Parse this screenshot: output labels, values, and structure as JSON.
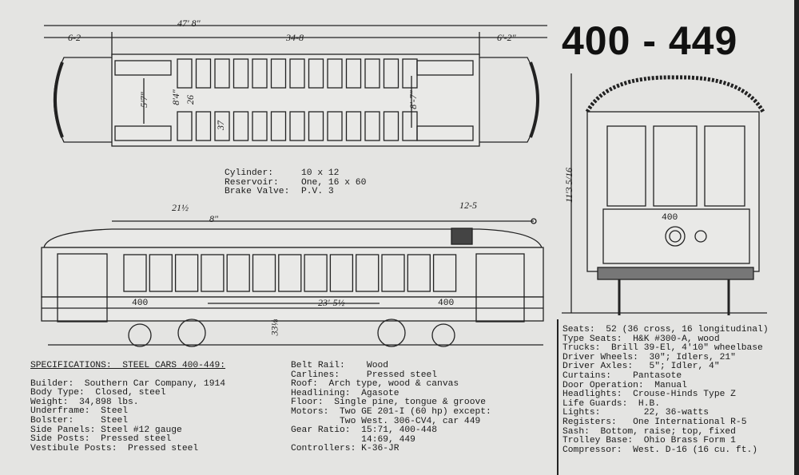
{
  "title": "400 - 449",
  "dimensions": {
    "overall_length": "47' 8\"",
    "platform_left": "6-2",
    "body_length": "34-8",
    "platform_right": "6'-2\"",
    "plan_width_a": "5'7\"",
    "plan_width_b": "8'4\"",
    "aisle": "26",
    "seat": "37",
    "plan_width_c": "8'-7\"",
    "trolley_base_offset": "21½",
    "trolley_base_width": "8\"",
    "trolley_pole": "12-5",
    "truck_centers": "23'-5½",
    "floor_height": "33⅛",
    "end_height": "11'3 5/16",
    "car_number": "400"
  },
  "brake": [
    {
      "label": "Cylinder:",
      "value": "10 x 12"
    },
    {
      "label": "Reservoir:",
      "value": "One, 16 x 60"
    },
    {
      "label": "Brake Valve:",
      "value": "P.V. 3"
    }
  ],
  "specs_heading": "SPECIFICATIONS:  STEEL CARS 400-449:",
  "specs_col1": [
    "Builder:  Southern Car Company, 1914",
    "Body Type:  Closed, steel",
    "Weight:  34,898 lbs.",
    "Underframe:  Steel",
    "Bolster:     Steel",
    "Side Panels: Steel #12 gauge",
    "Side Posts:  Pressed steel",
    "Vestibule Posts:  Pressed steel"
  ],
  "specs_col2": [
    "Belt Rail:    Wood",
    "Carlines:     Pressed steel",
    "Roof:  Arch type, wood & canvas",
    "Headlining:  Agasote",
    "Floor:  Single pine, tongue & groove",
    "Motors:  Two GE 201-I (60 hp) except:",
    "         Two West. 306-CV4, car 449",
    "Gear Ratio:  15:71, 400-448",
    "             14:69, 449",
    "Controllers: K-36-JR"
  ],
  "specs_col3": [
    "Seats:  52 (36 cross, 16 longitudinal)",
    "Type Seats:  H&K #300-A, wood",
    "Trucks:  Brill 39-El, 4'10\" wheelbase",
    "Driver Wheels:  30\"; Idlers, 21\"",
    "Driver Axles:   5\"; Idler, 4\"",
    "Curtains:    Pantasote",
    "Door Operation:  Manual",
    "Headlights:  Crouse-Hinds Type Z",
    "Life Guards:  H.B.",
    "Lights:        22, 36-watts",
    "Registers:   One International R-5",
    "Sash:  Bottom, raise; top, fixed",
    "Trolley Base:  Ohio Brass Form 1",
    "Compressor:  West. D-16 (16 cu. ft.)"
  ]
}
